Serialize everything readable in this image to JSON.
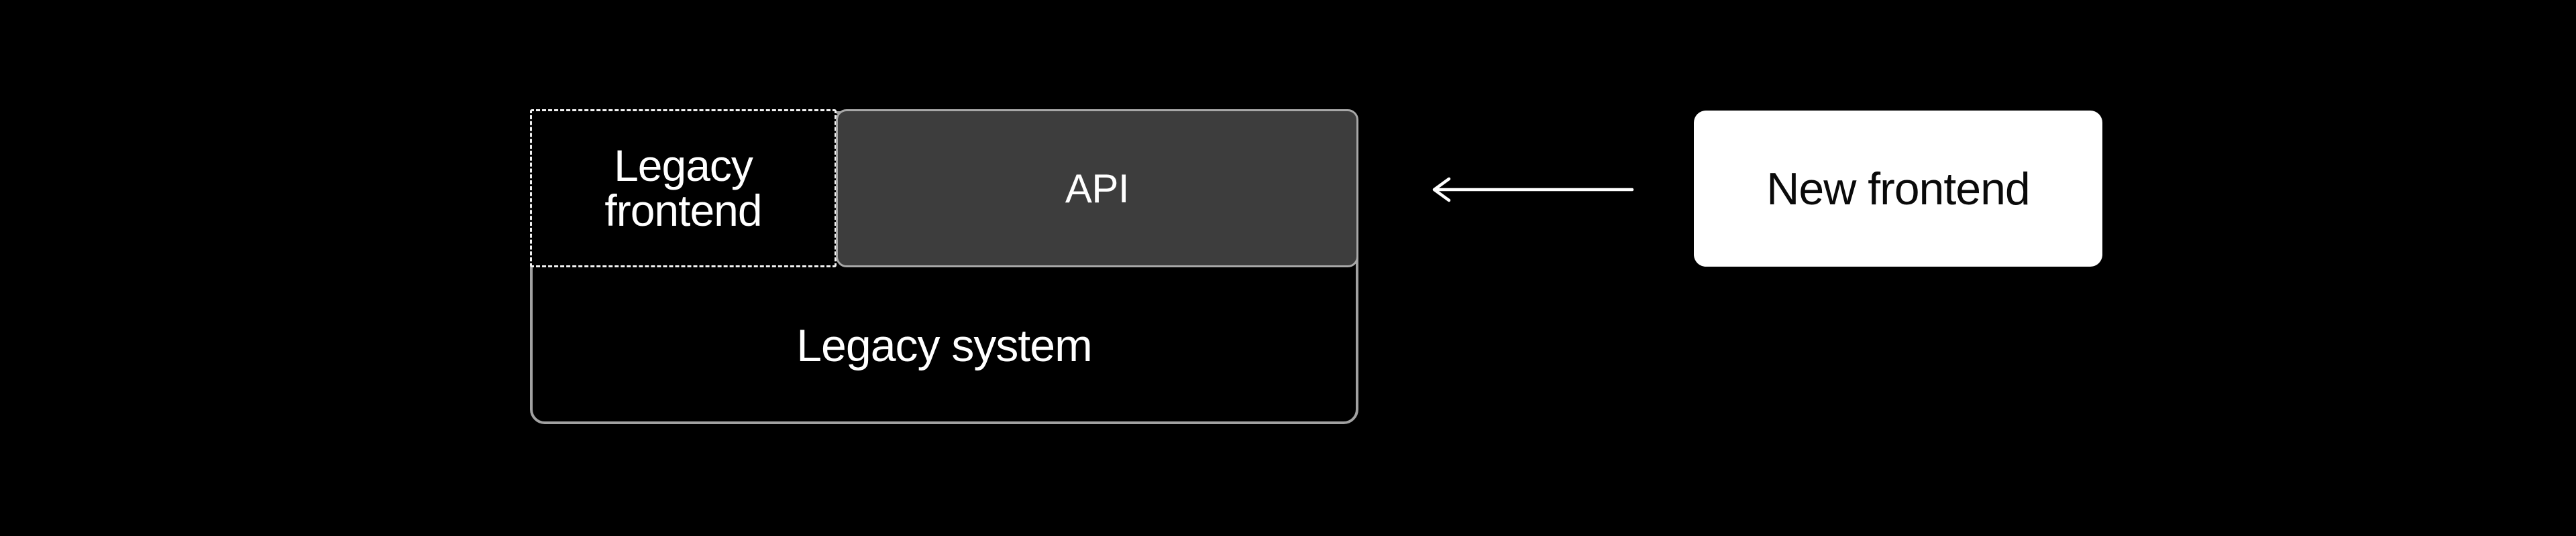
{
  "canvas": {
    "background": "#000000"
  },
  "diagram": {
    "legacy_system": {
      "label": "Legacy system",
      "border_color": "#a1a1a1",
      "text_color": "#ffffff"
    },
    "legacy_frontend": {
      "label": "Legacy frontend",
      "border_style": "dashed",
      "border_color": "#f2f2f2",
      "fill": "#000000",
      "text_color": "#ffffff"
    },
    "api": {
      "label": "API",
      "fill": "#3d3d3d",
      "border_color": "#a8a8a8",
      "text_color": "#ffffff"
    },
    "arrow": {
      "icon": "arrow-left-icon",
      "direction": "left",
      "color": "#ffffff"
    },
    "new_frontend": {
      "label": "New frontend",
      "fill": "#ffffff",
      "text_color": "#000000"
    }
  }
}
